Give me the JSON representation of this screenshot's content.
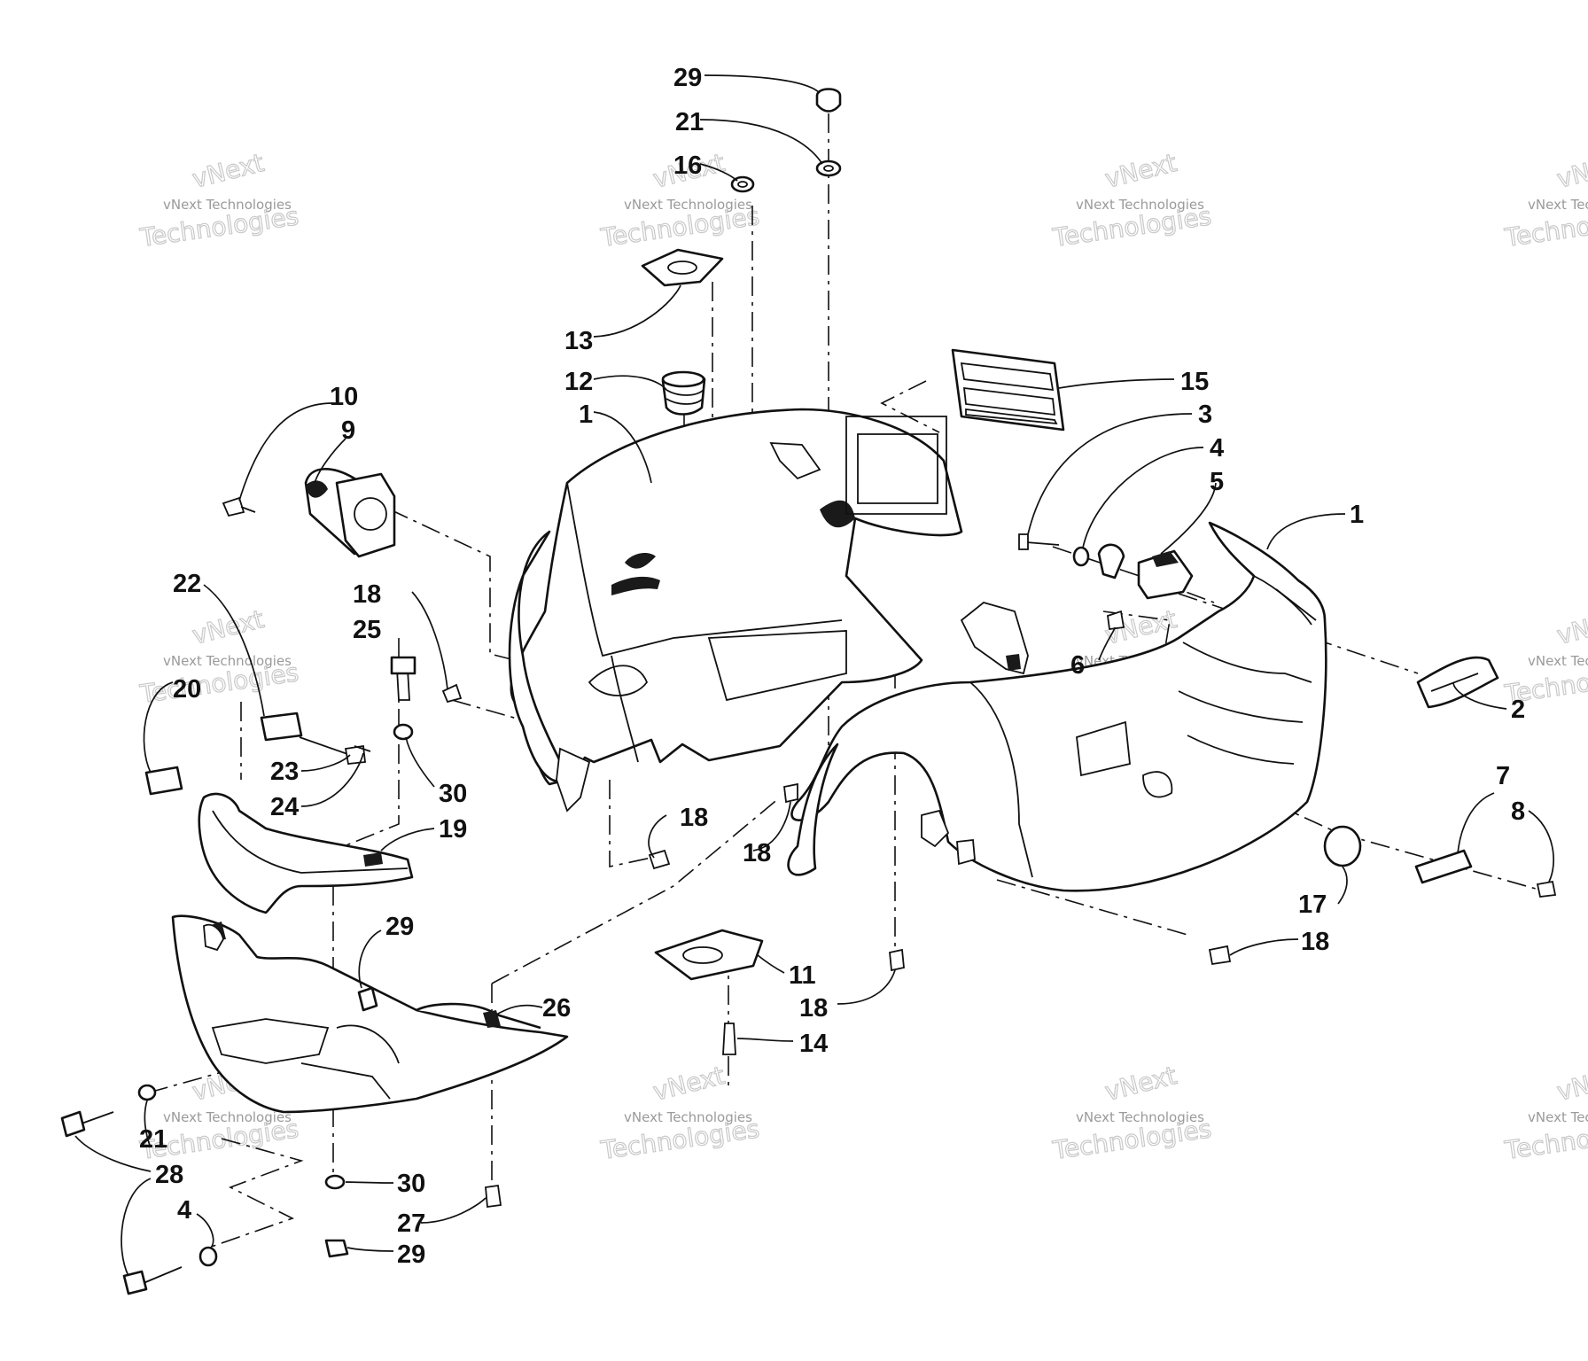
{
  "watermark": {
    "line1": "vNext",
    "line2": "vNext Technologies",
    "line3": "Technologies"
  },
  "callouts": [
    {
      "id": "c-29a",
      "label": "29"
    },
    {
      "id": "c-21a",
      "label": "21"
    },
    {
      "id": "c-16",
      "label": "16"
    },
    {
      "id": "c-13",
      "label": "13"
    },
    {
      "id": "c-12",
      "label": "12"
    },
    {
      "id": "c-1a",
      "label": "1"
    },
    {
      "id": "c-10",
      "label": "10"
    },
    {
      "id": "c-9",
      "label": "9"
    },
    {
      "id": "c-15",
      "label": "15"
    },
    {
      "id": "c-3",
      "label": "3"
    },
    {
      "id": "c-4a",
      "label": "4"
    },
    {
      "id": "c-5",
      "label": "5"
    },
    {
      "id": "c-1b",
      "label": "1"
    },
    {
      "id": "c-22",
      "label": "22"
    },
    {
      "id": "c-18a",
      "label": "18"
    },
    {
      "id": "c-25",
      "label": "25"
    },
    {
      "id": "c-20",
      "label": "20"
    },
    {
      "id": "c-6",
      "label": "6"
    },
    {
      "id": "c-2",
      "label": "2"
    },
    {
      "id": "c-23",
      "label": "23"
    },
    {
      "id": "c-24",
      "label": "24"
    },
    {
      "id": "c-30a",
      "label": "30"
    },
    {
      "id": "c-19",
      "label": "19"
    },
    {
      "id": "c-18b",
      "label": "18"
    },
    {
      "id": "c-18c",
      "label": "18"
    },
    {
      "id": "c-7",
      "label": "7"
    },
    {
      "id": "c-8",
      "label": "8"
    },
    {
      "id": "c-17",
      "label": "17"
    },
    {
      "id": "c-29b",
      "label": "29"
    },
    {
      "id": "c-18d",
      "label": "18"
    },
    {
      "id": "c-26",
      "label": "26"
    },
    {
      "id": "c-11",
      "label": "11"
    },
    {
      "id": "c-18e",
      "label": "18"
    },
    {
      "id": "c-14",
      "label": "14"
    },
    {
      "id": "c-21b",
      "label": "21"
    },
    {
      "id": "c-28",
      "label": "28"
    },
    {
      "id": "c-30b",
      "label": "30"
    },
    {
      "id": "c-4b",
      "label": "4"
    },
    {
      "id": "c-27",
      "label": "27"
    },
    {
      "id": "c-29c",
      "label": "29"
    }
  ]
}
